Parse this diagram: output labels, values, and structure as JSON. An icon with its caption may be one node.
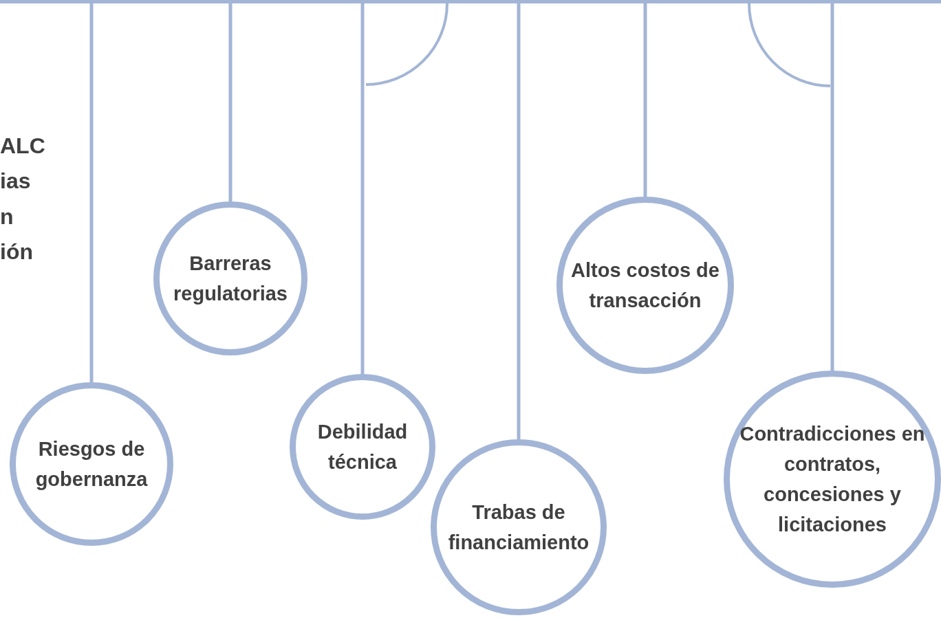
{
  "diagram": {
    "nodes": [
      {
        "text": [],
        "shape": "bar"
      },
      {
        "text": [
          "Riesgos de gobernanza"
        ]
      },
      {
        "text": [
          "Barreras regulatorias"
        ]
      },
      {
        "text": [
          "Debilidad técnica"
        ]
      },
      {
        "text": [
          "Trabas de financiamiento"
        ]
      },
      {
        "text": [
          "Altos costos de transacción"
        ]
      },
      {
        "text": [
          "Contradicciones en contratos, concesiones y licitaciones"
        ]
      }
    ],
    "edges": [
      {
        "from": 0,
        "to": 1,
        "arrow": "none"
      },
      {
        "from": 0,
        "to": 2,
        "arrow": "none"
      },
      {
        "from": 0,
        "to": 3,
        "arrow": "none"
      },
      {
        "from": 0,
        "to": 4,
        "arrow": "none"
      },
      {
        "from": 0,
        "to": 5,
        "arrow": "none"
      },
      {
        "from": 0,
        "to": 6,
        "arrow": "none"
      }
    ],
    "labels": [
      "ALC",
      "ias",
      "n",
      "ión"
    ]
  }
}
